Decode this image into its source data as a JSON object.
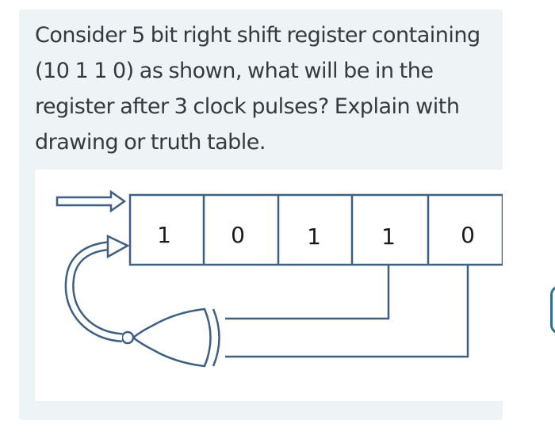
{
  "question": {
    "text": "Consider 5 bit right shift register containing (10 1 1 0) as shown, what will be in the register after 3 clock pulses? Explain with drawing or truth table."
  },
  "diagram": {
    "register_bits": [
      "1",
      "0",
      "1",
      "1",
      "0"
    ],
    "gate": "XNOR",
    "colors": {
      "line": "#3f5f82",
      "arrow_fill": "#ffffff",
      "text": "#1a1a1a",
      "card_bg": "#eef3f5"
    }
  }
}
